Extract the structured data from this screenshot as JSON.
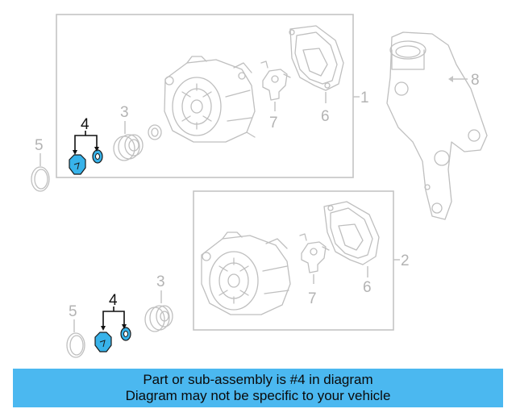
{
  "diagram": {
    "labels": {
      "top": {
        "frame_ref": "1",
        "bracket_ref": "8",
        "pulley": "3",
        "housing_cover": "6",
        "regulator": "7",
        "highlighted": "4",
        "washer": "5"
      },
      "bottom": {
        "frame_ref": "2",
        "pulley": "3",
        "housing_cover": "6",
        "regulator": "7",
        "highlighted": "4",
        "washer": "5"
      }
    },
    "highlight_color": "#38b3ea"
  },
  "banner": {
    "line1": "Part or sub-assembly is #4 in diagram",
    "line2": "Diagram may not be specific to your vehicle",
    "color": "#4bb8f0"
  }
}
